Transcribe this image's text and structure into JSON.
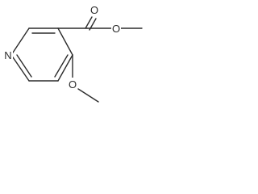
{
  "structure": {
    "atoms": {
      "nitrogen": "N",
      "carbonyl_oxygen": "O",
      "ester_oxygen": "O",
      "methoxy_oxygen": "O"
    }
  }
}
